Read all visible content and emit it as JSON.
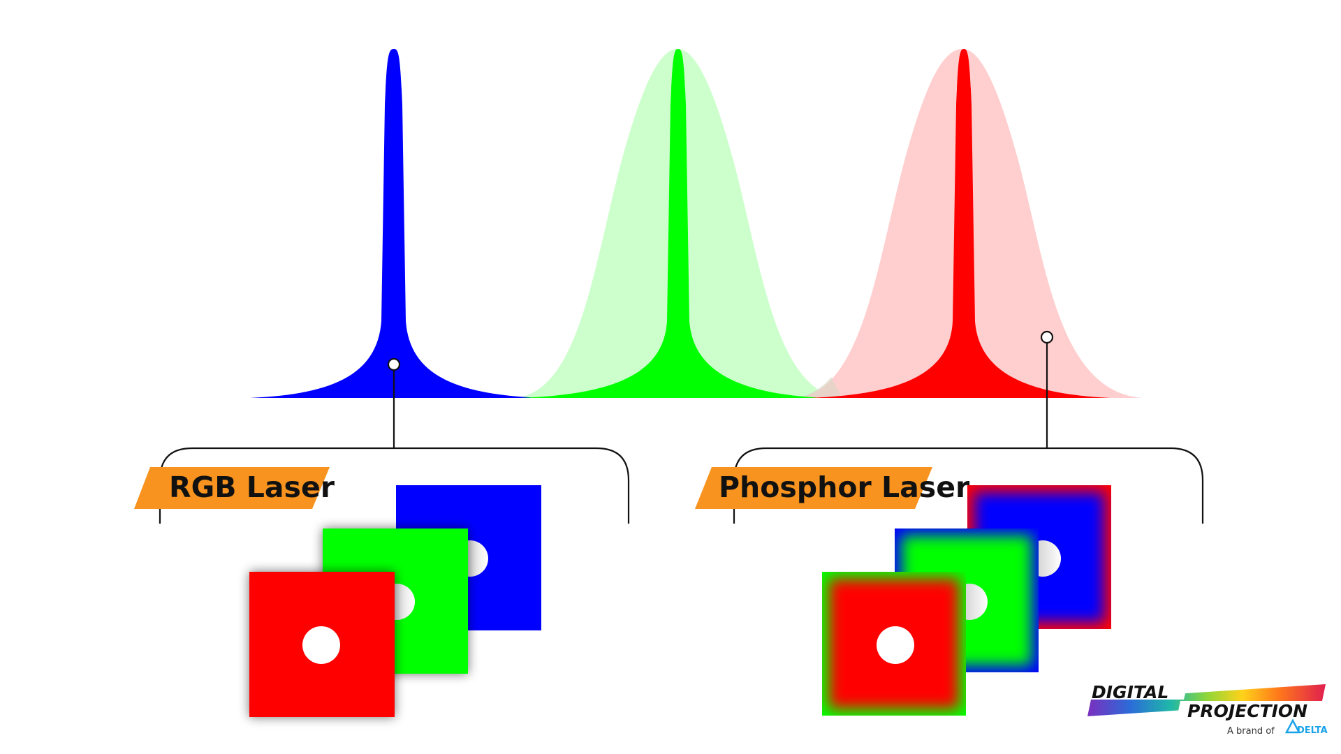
{
  "spectrum": {
    "colors": {
      "blue": "#0000ff",
      "green": "#00ff00",
      "red": "#ff0000",
      "green_broad": "#ccffcc",
      "red_broad": "#ffcccc"
    }
  },
  "groups": {
    "rgb": {
      "label": "RGB Laser",
      "label_color": "#f7931e"
    },
    "phosphor": {
      "label": "Phosphor Laser",
      "label_color": "#f7931e"
    }
  },
  "logo": {
    "line1": "DIGITAL",
    "line2": "PROJECTION",
    "tagline": "A brand of",
    "parent": "DELTA"
  }
}
